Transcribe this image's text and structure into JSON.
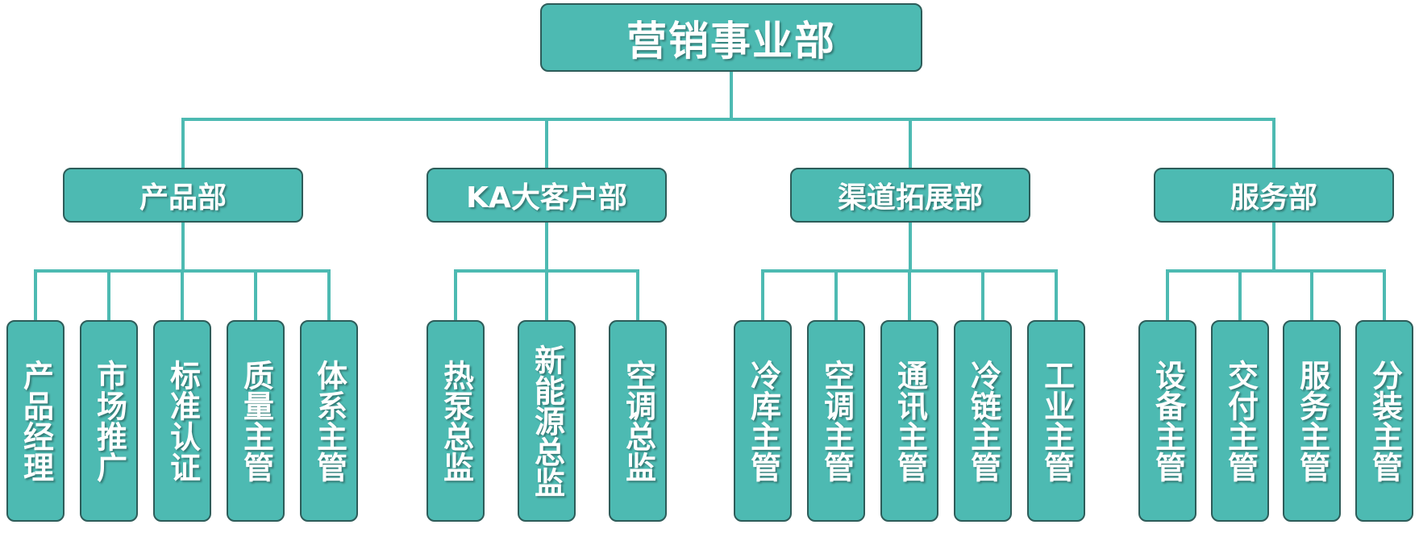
{
  "colors": {
    "box_fill": "#4dbab2",
    "box_border": "#2d5c59",
    "connector": "#4dbab2",
    "text": "#ffffff"
  },
  "org": {
    "root": "营销事业部",
    "departments": [
      {
        "name": "产品部",
        "roles": [
          "产品经理",
          "市场推广",
          "标准认证",
          "质量主管",
          "体系主管"
        ]
      },
      {
        "name": "KA大客户部",
        "roles": [
          "热泵总监",
          "新能源总监",
          "空调总监"
        ]
      },
      {
        "name": "渠道拓展部",
        "roles": [
          "冷库主管",
          "空调主管",
          "通讯主管",
          "冷链主管",
          "工业主管"
        ]
      },
      {
        "name": "服务部",
        "roles": [
          "设备主管",
          "交付主管",
          "服务主管",
          "分装主管"
        ]
      }
    ]
  }
}
